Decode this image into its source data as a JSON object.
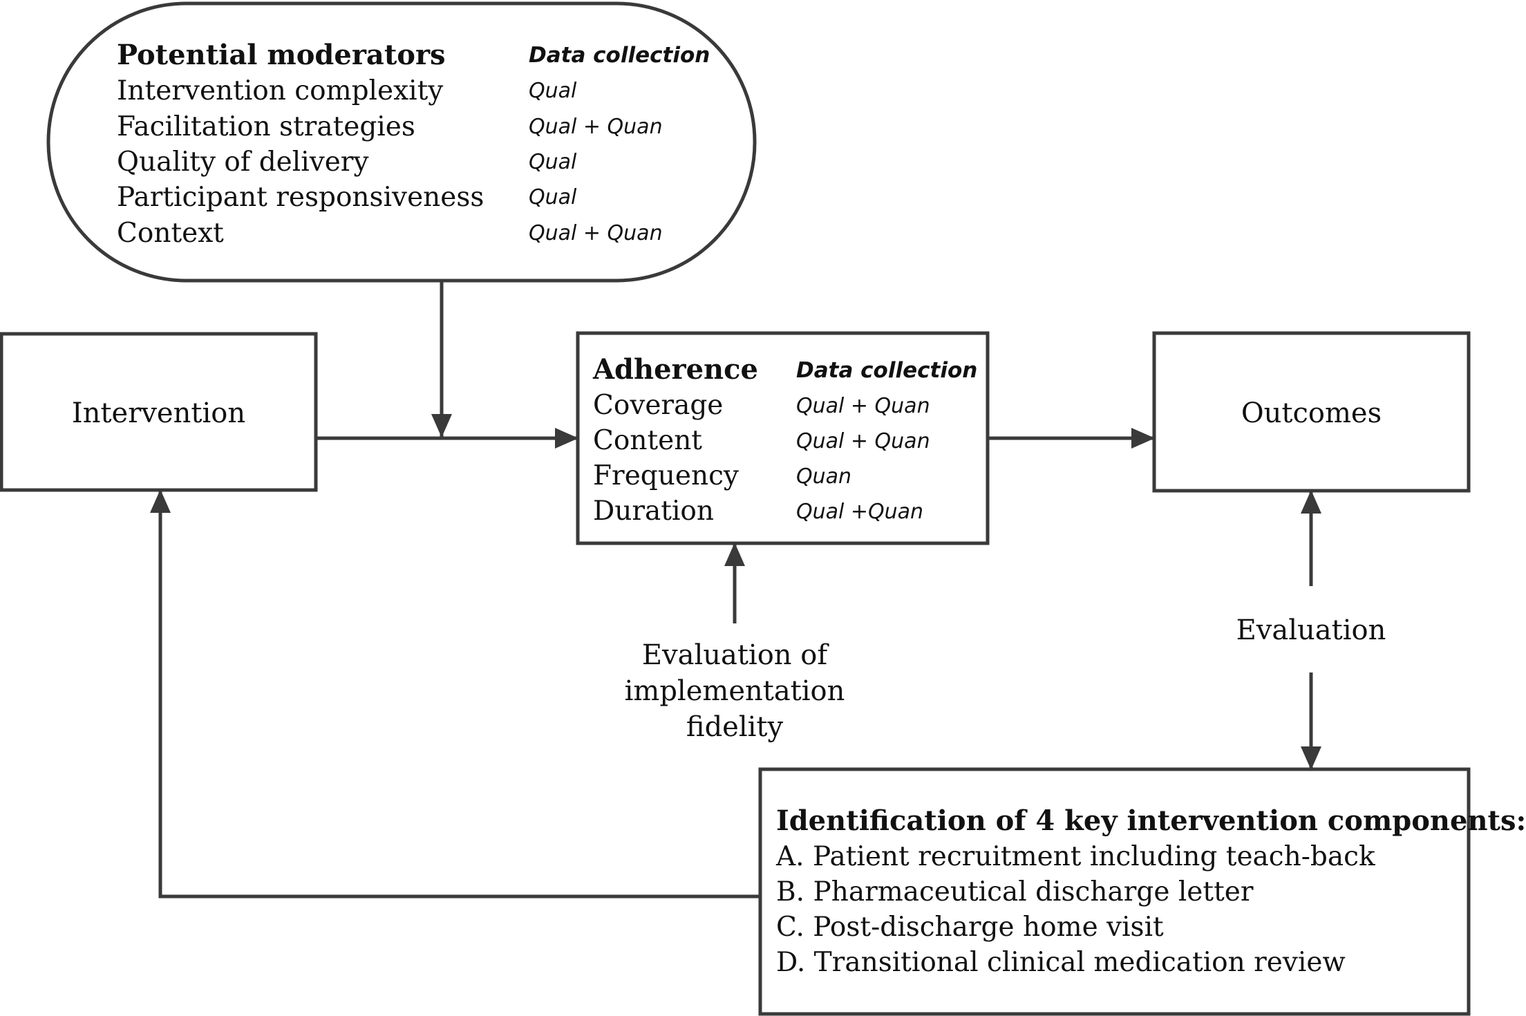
{
  "moderators": {
    "title": "Potential moderators",
    "data_collection_header": "Data collection",
    "rows": [
      {
        "label": "Intervention complexity",
        "method": "Qual"
      },
      {
        "label": "Facilitation strategies",
        "method": "Qual + Quan"
      },
      {
        "label": "Quality of delivery",
        "method": "Qual"
      },
      {
        "label": "Participant responsiveness",
        "method": "Qual"
      },
      {
        "label": "Context",
        "method": "Qual + Quan"
      }
    ]
  },
  "intervention": {
    "label": "Intervention"
  },
  "adherence": {
    "title": "Adherence",
    "data_collection_header": "Data collection",
    "rows": [
      {
        "label": "Coverage",
        "method": "Qual + Quan"
      },
      {
        "label": "Content",
        "method": "Qual + Quan"
      },
      {
        "label": "Frequency",
        "method": "Quan"
      },
      {
        "label": "Duration",
        "method": "Qual +Quan"
      }
    ]
  },
  "outcomes": {
    "label": "Outcomes"
  },
  "fidelity_evaluation": {
    "lines": [
      "Evaluation of",
      "implementation",
      "fidelity"
    ]
  },
  "evaluation": {
    "label": "Evaluation"
  },
  "components": {
    "title": "Identification of 4 key intervention components:",
    "items": [
      "A. Patient recruitment including teach-back",
      "B. Pharmaceutical discharge letter",
      "C. Post-discharge home visit",
      "D. Transitional clinical medication review"
    ]
  },
  "colors": {
    "stroke": "#3a3a3a",
    "text": "#111111",
    "background": "#ffffff"
  }
}
